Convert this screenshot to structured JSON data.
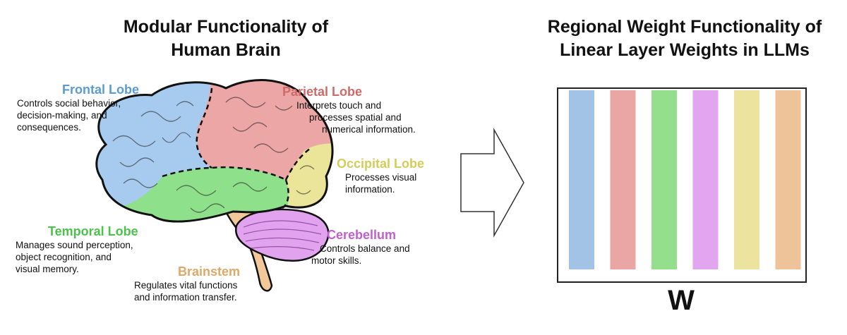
{
  "left_title": {
    "line1": "Modular Functionality of",
    "line2": "Human Brain"
  },
  "right_title": {
    "line1": "Regional Weight Functionality of",
    "line2": "Linear Layer Weights in LLMs"
  },
  "regions": {
    "frontal": {
      "name": "Frontal Lobe",
      "color": "#5b9bd5",
      "lines": [
        "Controls social behavior,",
        "decision-making, and",
        "consequences."
      ]
    },
    "parietal": {
      "name": "Parietal Lobe",
      "color": "#d06a6a",
      "lines": [
        "Interprets touch and",
        "processes spatial and",
        "numerical information."
      ]
    },
    "occipital": {
      "name": "Occipital Lobe",
      "color": "#d4cc5a",
      "lines": [
        "Processes visual",
        "information."
      ]
    },
    "temporal": {
      "name": "Temporal Lobe",
      "color": "#4cc24c",
      "lines": [
        "Manages sound perception,",
        "object recognition, and",
        "visual memory."
      ]
    },
    "cerebellum": {
      "name": "Cerebellum",
      "color": "#c25ecf",
      "lines": [
        "Controls balance and",
        "motor skills."
      ]
    },
    "brainstem": {
      "name": "Brainstem",
      "color": "#e0a868",
      "lines": [
        "Regulates vital functions",
        "and information transfer."
      ]
    }
  },
  "brain_fill": {
    "frontal": "#a7cbee",
    "parietal": "#eda6a6",
    "occipital": "#ebe59a",
    "temporal": "#8fe08a",
    "cerebellum": "#e2a3ee",
    "brainstem": "#f2c79a"
  },
  "matrix": {
    "label": "W",
    "stripe_colors": [
      "#a3c3e6",
      "#eaa5a5",
      "#93df8b",
      "#e1a6ef",
      "#ece49e",
      "#efc39a"
    ]
  }
}
